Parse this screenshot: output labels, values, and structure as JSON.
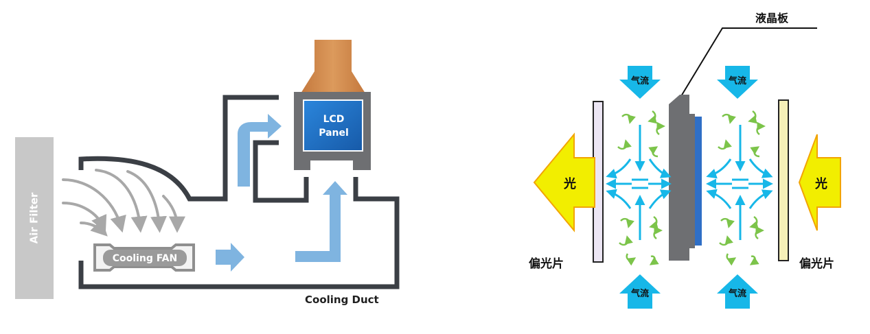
{
  "left_diagram": {
    "air_filter_label": "Air Filter",
    "fan_label": "Cooling FAN",
    "lcd_panel_lines": [
      "LCD",
      "Panel"
    ],
    "duct_label": "Cooling Duct"
  },
  "right_diagram": {
    "lcd_plate_label": "液晶板",
    "airflow_label": "气流",
    "light_label": "光",
    "polarizer_label": "偏光片"
  },
  "colors": {
    "duct_stroke": "#3b3f45",
    "filter_gray": "#c8c8c8",
    "fan_gray": "#9a9a9a",
    "light_blue_arrow": "#7fb4e0",
    "panel_blue": "#1f6fc4",
    "panel_gray": "#6e6f72",
    "cable_orange": "#d08a4c",
    "cyan_arrow": "#17b7e8",
    "green_swirl": "#7cc44a",
    "light_yellow": "#f2ee00",
    "polarizer_left": "#ece6f4",
    "polarizer_right": "#f6f0b8",
    "lcd_blue_layer": "#2f6fc6"
  }
}
